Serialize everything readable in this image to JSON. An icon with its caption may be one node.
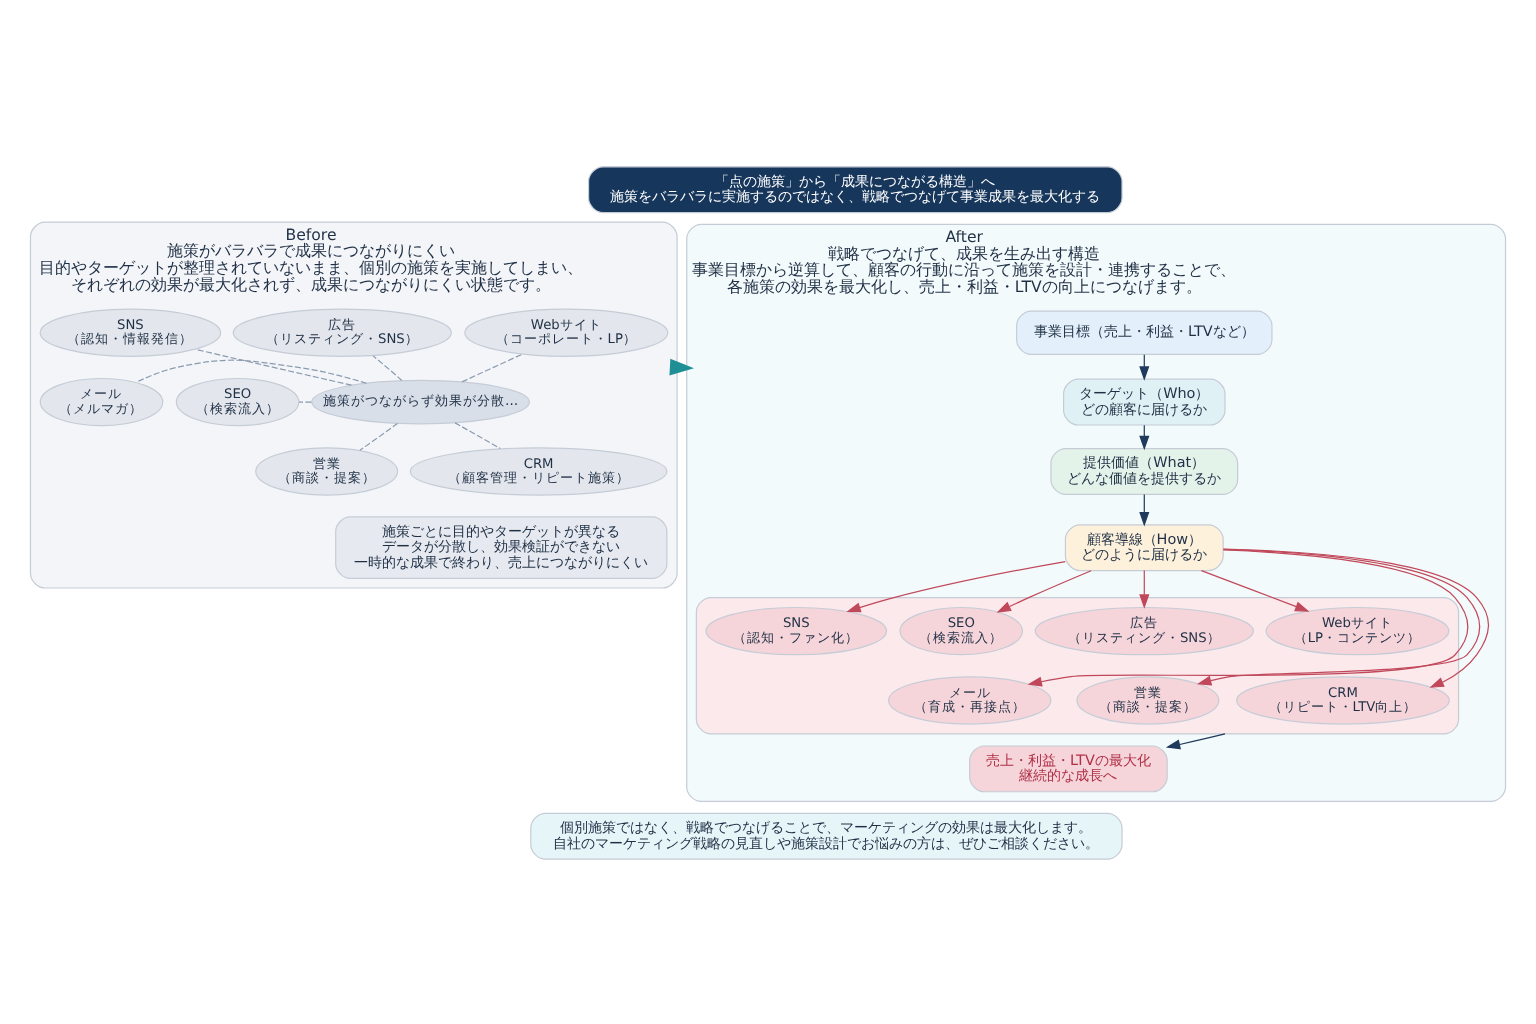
{
  "diagram": {
    "nodes": [
      {
        "text": [
          "「点の施策」から「成果につながる構造」へ",
          "施策をバラバラに実施するのではなく、戦略でつなげて事業成果を最大化する"
        ]
      },
      {
        "text": [
          "Before",
          "施策がバラバラで成果につながりにくい",
          "目的やターゲットが整理されていないまま、個別の施策を実施してしまい、それぞれの効果が最大化されず、成果につながりにくい状態です。"
        ]
      },
      {
        "text": [
          "Webサイト",
          "（コーポレート・LP）"
        ],
        "in": 1
      },
      {
        "text": [
          "広告",
          "（リスティング・SNS）"
        ],
        "in": 1
      },
      {
        "text": [
          "SNS",
          "（認知・情報発信）"
        ],
        "in": 1
      },
      {
        "text": [
          "SEO",
          "（検索流入）"
        ],
        "in": 1
      },
      {
        "text": [
          "施策がつながらず効果が分散…"
        ],
        "in": 1
      },
      {
        "text": [
          "メール",
          "（メルマガ）"
        ],
        "in": 1
      },
      {
        "text": [
          "営業",
          "（商談・提案）"
        ],
        "in": 1
      },
      {
        "text": [
          "CRM",
          "（顧客管理・リピート施策）"
        ],
        "in": 1
      },
      {
        "text": [
          "施策ごとに目的やターゲットが異なる",
          "データが分散し、効果検証ができない",
          "一時的な成果で終わり、売上につながりにくい"
        ],
        "in": 1
      },
      {
        "text": [
          "After",
          "戦略でつなげて、成果を生み出す構造",
          "事業目標から逆算して、顧客の行動に沿って施策を設計・連携することで、各施策の効果を最大化し、売上・利益・LTVの向上につなげます。"
        ]
      },
      {
        "text": [
          "事業目標（売上・利益・LTVなど）"
        ],
        "in": 11
      },
      {
        "text": [
          "ターゲット（Who）",
          "どの顧客に届けるか"
        ],
        "in": 11
      },
      {
        "text": [
          "提供価値（What）",
          "どんな価値を提供するか"
        ],
        "in": 11
      },
      {
        "text": [
          "顧客導線（How）",
          "どのように届けるか"
        ],
        "in": 11
      },
      {
        "text": [],
        "shape": "box",
        "in": 11
      },
      {
        "text": [
          "SEO",
          "（検索流入）"
        ],
        "in": 16
      },
      {
        "text": [
          "広告",
          "（リスティング・SNS）"
        ],
        "in": 16
      },
      {
        "text": [
          "Webサイト",
          "（LP・コンテンツ）"
        ],
        "in": 16
      },
      {
        "text": [
          "SNS",
          "（認知・ファン化）"
        ],
        "in": 16
      },
      {
        "text": [
          "メール",
          "（育成・再接点）"
        ],
        "in": 16
      },
      {
        "text": [
          "営業",
          "（商談・提案）"
        ],
        "in": 16
      },
      {
        "text": [
          "CRM",
          "（リピート・LTV向上）"
        ],
        "in": 16
      },
      {
        "text": [
          "売上・利益・LTVの最大化",
          "継続的な成長へ"
        ],
        "in": 11
      },
      {
        "text": [
          "個別施策ではなく、戦略でつなげることで、マーケティングの効果は最大化します。",
          "自社のマーケティング戦略の見直しや施策設計でお悩みの方は、ぜひご相談ください。"
        ]
      }
    ],
    "edges": [
      {
        "from": 1,
        "to": 11,
        "arrow": "to",
        "color": "#1f8f96",
        "style": "thick"
      },
      {
        "from": 6,
        "to": 2,
        "arrow": "none",
        "style": "dashed",
        "color": "#8a9bb0"
      },
      {
        "from": 6,
        "to": 3,
        "arrow": "none",
        "style": "dashed",
        "color": "#8a9bb0"
      },
      {
        "from": 6,
        "to": 4,
        "arrow": "none",
        "style": "dashed",
        "color": "#8a9bb0"
      },
      {
        "from": 6,
        "to": 5,
        "arrow": "none",
        "style": "dashed",
        "color": "#8a9bb0"
      },
      {
        "from": 6,
        "to": 7,
        "arrow": "none",
        "style": "dashed",
        "color": "#8a9bb0"
      },
      {
        "from": 6,
        "to": 8,
        "arrow": "none",
        "style": "dashed",
        "color": "#8a9bb0"
      },
      {
        "from": 6,
        "to": 9,
        "arrow": "none",
        "style": "dashed",
        "color": "#8a9bb0"
      },
      {
        "from": 12,
        "to": 13,
        "arrow": "to",
        "color": "#1f3a5c"
      },
      {
        "from": 13,
        "to": 14,
        "arrow": "to",
        "color": "#1f3a5c"
      },
      {
        "from": 14,
        "to": 15,
        "arrow": "to",
        "color": "#1f3a5c"
      },
      {
        "from": 15,
        "to": 17,
        "arrow": "to",
        "color": "#c0485a"
      },
      {
        "from": 15,
        "to": 18,
        "arrow": "to",
        "color": "#c0485a"
      },
      {
        "from": 15,
        "to": 19,
        "arrow": "to",
        "color": "#c0485a"
      },
      {
        "from": 15,
        "to": 20,
        "arrow": "to",
        "color": "#c0485a"
      },
      {
        "from": 15,
        "to": 21,
        "arrow": "to",
        "color": "#c0485a"
      },
      {
        "from": 15,
        "to": 22,
        "arrow": "to",
        "color": "#c0485a"
      },
      {
        "from": 15,
        "to": 23,
        "arrow": "to",
        "color": "#c0485a"
      },
      {
        "from": 16,
        "to": 24,
        "arrow": "to",
        "color": "#1f3a5c"
      }
    ]
  }
}
